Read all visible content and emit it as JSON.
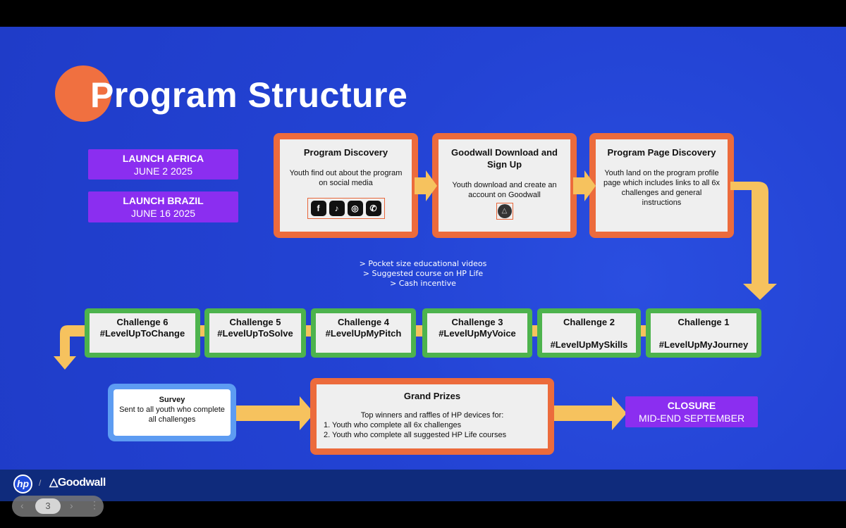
{
  "title": "Program Structure",
  "launches": [
    {
      "label": "LAUNCH AFRICA",
      "date": "JUNE 2 2025"
    },
    {
      "label": "LAUNCH BRAZIL",
      "date": "JUNE 16 2025"
    }
  ],
  "steps": [
    {
      "title": "Program Discovery",
      "text": "Youth find out about the program on social media"
    },
    {
      "title": "Goodwall Download and Sign Up",
      "text": "Youth download and create an account on Goodwall"
    },
    {
      "title": "Program Page Discovery",
      "text": "Youth land on the program profile page which includes links to all 6x challenges and general instructions"
    }
  ],
  "bullets": [
    "> Pocket size educational videos",
    ">  Suggested course on HP Life",
    "> Cash incentive"
  ],
  "challenges": [
    {
      "name": "Challenge 6",
      "tag": "#LevelUpToChange"
    },
    {
      "name": "Challenge 5",
      "tag": "#LevelUpToSolve"
    },
    {
      "name": "Challenge 4",
      "tag": "#LevelUpMyPitch"
    },
    {
      "name": "Challenge 3",
      "tag": "#LevelUpMyVoice"
    },
    {
      "name": "Challenge 2",
      "tag": "#LevelUpMySkills"
    },
    {
      "name": "Challenge 1",
      "tag": "#LevelUpMyJourney"
    }
  ],
  "survey": {
    "title": "Survey",
    "text": "Sent to all youth who complete all challenges"
  },
  "prizes": {
    "title": "Grand Prizes",
    "intro": "Top winners and raffles of HP devices for:",
    "items": [
      "1. Youth who complete all 6x challenges",
      "2. Youth who complete all suggested HP Life courses"
    ]
  },
  "closure": {
    "label": "CLOSURE",
    "date": "MID-END SEPTEMBER"
  },
  "footer": {
    "separator": "/",
    "brand": "Goodwall",
    "hp": "hp"
  },
  "pager": {
    "page": "3"
  },
  "colors": {
    "orange": "#ec6b3c",
    "green": "#4db34d",
    "purple": "#8b2ef0",
    "yellow": "#f6c25e",
    "blue": "#2343d4"
  }
}
